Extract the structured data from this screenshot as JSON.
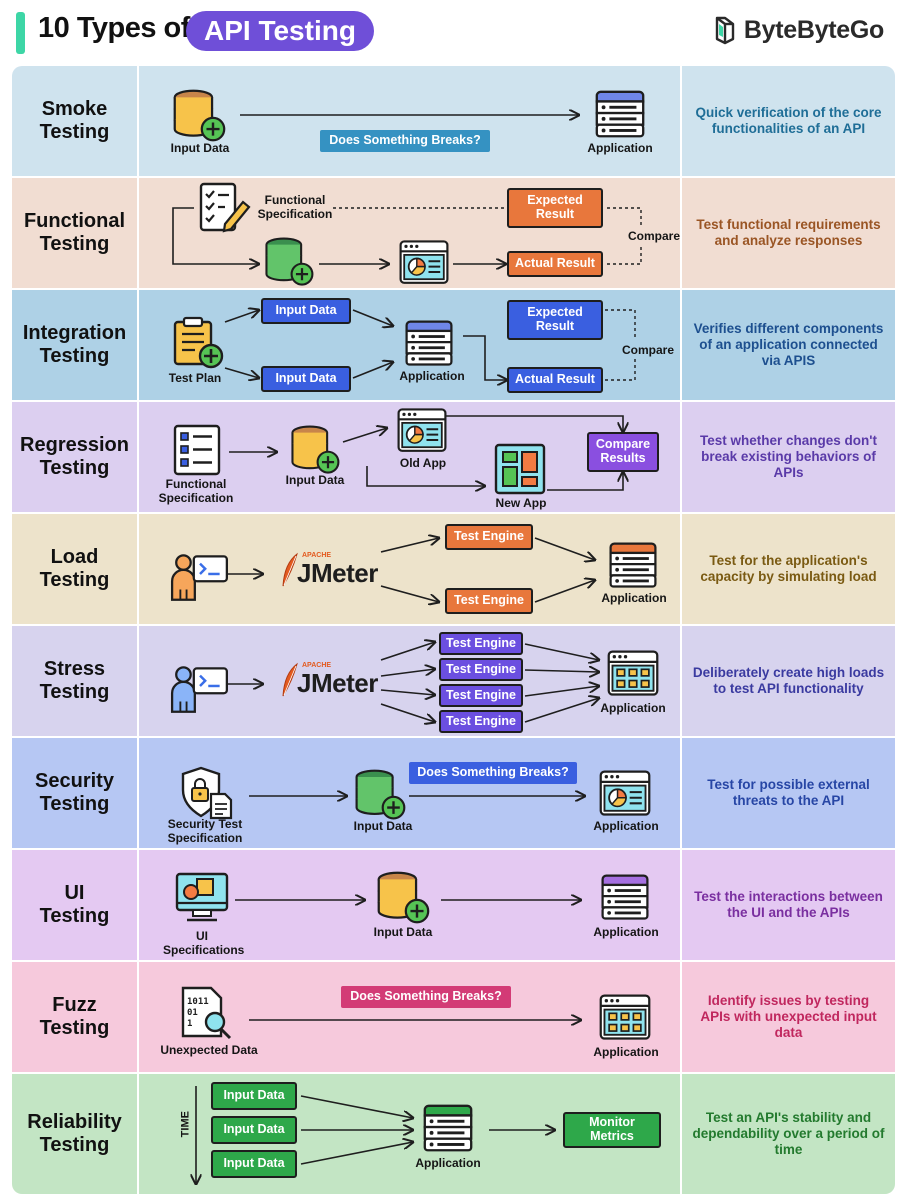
{
  "header": {
    "title": "10 Types of",
    "title_highlight": "API Testing",
    "brand": "ByteByteGo",
    "accent_color": "#3dd6a6",
    "highlight_color": "#6f4fd8"
  },
  "rows": [
    {
      "name_line1": "Smoke",
      "name_line2": "Testing",
      "bg": "#cfe3ee",
      "desc_color": "#1f6e97",
      "description": "Quick verification of the core functionalities of an API",
      "labels": {
        "input": "Input Data",
        "app": "Application",
        "question": "Does Something Breaks?"
      },
      "icons": [
        "database-plus-icon",
        "server-icon"
      ]
    },
    {
      "name_line1": "Functional",
      "name_line2": "Testing",
      "bg": "#f1ddd2",
      "desc_color": "#9a5524",
      "description": "Test functional requirements and analyze responses",
      "labels": {
        "spec_line1": "Functional",
        "spec_line2": "Specification",
        "expected_line1": "Expected",
        "expected_line2": "Result",
        "actual": "Actual Result",
        "compare": "Compare"
      },
      "icons": [
        "checklist-icon",
        "database-plus-icon",
        "app-window-icon"
      ]
    },
    {
      "name_line1": "Integration",
      "name_line2": "Testing",
      "bg": "#aed1e6",
      "desc_color": "#1d4f8f",
      "description": "Verifies different components of an application connected via APIS",
      "labels": {
        "plan": "Test Plan",
        "input_top": "Input Data",
        "input_bottom": "Input Data",
        "app": "Application",
        "expected_line1": "Expected",
        "expected_line2": "Result",
        "actual": "Actual Result",
        "compare": "Compare"
      },
      "icons": [
        "clipboard-plus-icon",
        "server-icon"
      ]
    },
    {
      "name_line1": "Regression",
      "name_line2": "Testing",
      "bg": "#dccff0",
      "desc_color": "#5a3aa8",
      "description": "Test whether changes don't break existing behaviors of APIs",
      "labels": {
        "spec_line1": "Functional",
        "spec_line2": "Specification",
        "input": "Input Data",
        "old_app": "Old App",
        "new_app": "New App",
        "compare_line1": "Compare",
        "compare_line2": "Results"
      },
      "icons": [
        "spec-list-icon",
        "database-plus-icon",
        "app-window-icon",
        "new-app-icon"
      ]
    },
    {
      "name_line1": "Load",
      "name_line2": "Testing",
      "bg": "#ede3cb",
      "desc_color": "#7a5a12",
      "description": "Test for the application's capacity by simulating load",
      "labels": {
        "apache": "APACHE",
        "jmeter": "JMeter",
        "engine_top": "Test Engine",
        "engine_bottom": "Test Engine",
        "app": "Application"
      },
      "icons": [
        "user-terminal-icon",
        "jmeter-feather-icon",
        "server-icon"
      ]
    },
    {
      "name_line1": "Stress",
      "name_line2": "Testing",
      "bg": "#d7d3ee",
      "desc_color": "#3a3aa0",
      "description": "Deliberately create high loads to test API functionality",
      "labels": {
        "apache": "APACHE",
        "jmeter": "JMeter",
        "engines": [
          "Test Engine",
          "Test Engine",
          "Test Engine",
          "Test Engine"
        ],
        "app": "Application"
      },
      "icons": [
        "user-terminal-icon",
        "jmeter-feather-icon",
        "app-grid-icon"
      ]
    },
    {
      "name_line1": "Security",
      "name_line2": "Testing",
      "bg": "#b6c7f3",
      "desc_color": "#2746a5",
      "description": "Test for possible external threats to the API",
      "labels": {
        "spec_line1": "Security Test",
        "spec_line2": "Specification",
        "input": "Input Data",
        "question": "Does Something Breaks?",
        "app": "Application"
      },
      "icons": [
        "shield-lock-icon",
        "database-plus-icon",
        "app-window-icon"
      ]
    },
    {
      "name_line1": "UI",
      "name_line2": "Testing",
      "bg": "#e4c9f2",
      "desc_color": "#7a2fa0",
      "description": "Test the interactions between the UI and the APIs",
      "labels": {
        "spec_line1": "UI",
        "spec_line2": "Specifications",
        "input": "Input Data",
        "app": "Application"
      },
      "icons": [
        "monitor-shapes-icon",
        "database-plus-icon",
        "server-icon"
      ]
    },
    {
      "name_line1": "Fuzz",
      "name_line2": "Testing",
      "bg": "#f6c9dc",
      "desc_color": "#c0275e",
      "description": "Identify issues by testing APIs with unexpected input data",
      "labels": {
        "input": "Unexpected Data",
        "question": "Does Something Breaks?",
        "app": "Application"
      },
      "icons": [
        "binary-file-search-icon",
        "app-grid-icon"
      ]
    },
    {
      "name_line1": "Reliability",
      "name_line2": "Testing",
      "bg": "#c3e5c4",
      "desc_color": "#237a2e",
      "description": "Test an API's stability and dependability over a period of time",
      "labels": {
        "time": "TIME",
        "inputs": [
          "Input Data",
          "Input Data",
          "Input Data"
        ],
        "app": "Application",
        "monitor_line1": "Monitor",
        "monitor_line2": "Metrics"
      },
      "icons": [
        "server-icon"
      ]
    }
  ]
}
